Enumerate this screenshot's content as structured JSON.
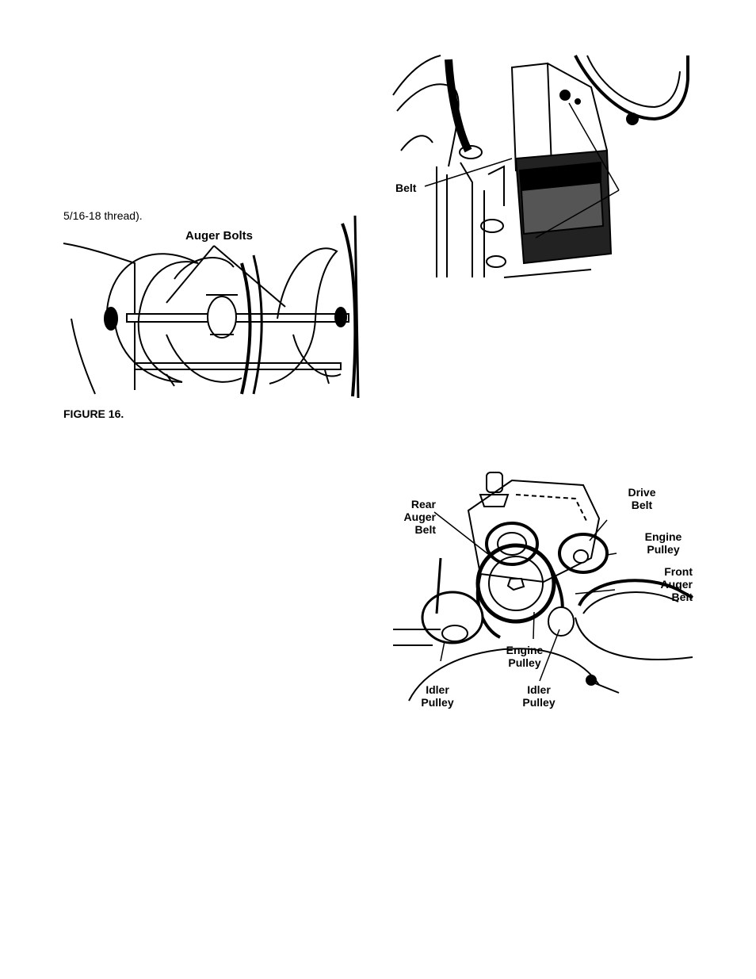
{
  "figure16": {
    "intro_text": "5/16-18 thread).",
    "label_auger_bolts": "Auger Bolts",
    "caption": "FIGURE 16."
  },
  "belt_figure": {
    "label_belt": "Belt"
  },
  "pulley_figure": {
    "rear_auger_belt": [
      "Rear",
      "Auger",
      "Belt"
    ],
    "drive_belt": [
      "Drive",
      "Belt"
    ],
    "engine_pulley_right": [
      "Engine",
      "Pulley"
    ],
    "front_auger_belt": [
      "Front",
      "Auger",
      "Belt"
    ],
    "engine_pulley_center": [
      "Engine",
      "Pulley"
    ],
    "idler_pulley_left": [
      "Idler",
      "Pulley"
    ],
    "idler_pulley_center": [
      "Idler",
      "Pulley"
    ]
  }
}
